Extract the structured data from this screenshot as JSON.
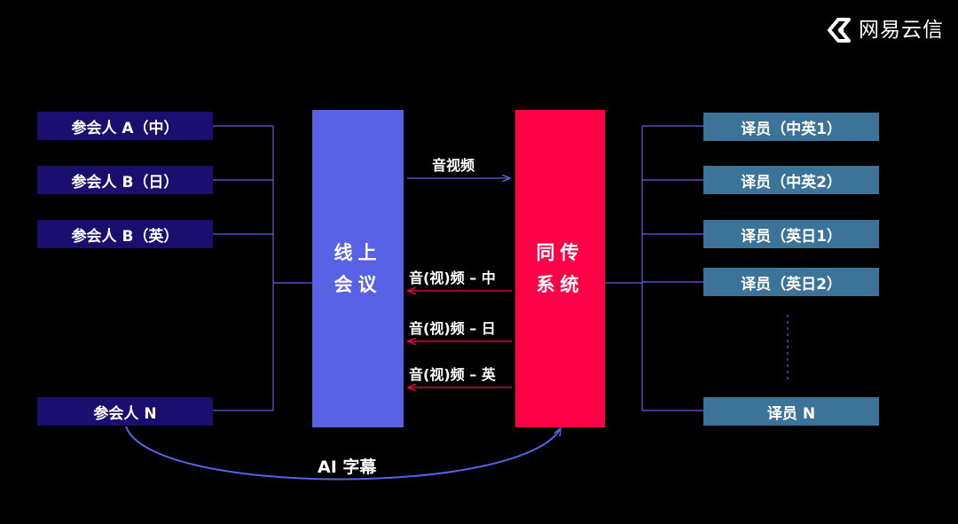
{
  "brand": {
    "name": "网易云信",
    "icon": "netease-yunxin-logo-icon"
  },
  "participants": [
    {
      "label": "参会人 A（中）"
    },
    {
      "label": "参会人 B（日）"
    },
    {
      "label": "参会人 B（英）"
    },
    {
      "label": "参会人 N"
    }
  ],
  "meeting": {
    "line1": "线上",
    "line2": "会议"
  },
  "simultaneous": {
    "line1": "同传",
    "line2": "系统"
  },
  "arrows": {
    "av": "音视频",
    "zh": "音(视)频 – 中",
    "ja": "音(视)频 – 日",
    "en": "音(视)频 – 英",
    "subtitle": "AI 字幕"
  },
  "interpreters": [
    {
      "label": "译员（中英1）"
    },
    {
      "label": "译员（中英2）"
    },
    {
      "label": "译员（英日1）"
    },
    {
      "label": "译员（英日2）"
    },
    {
      "label": "译员 N"
    }
  ],
  "colors": {
    "background": "#000000",
    "participant": "#1a0f6e",
    "meeting": "#5962e4",
    "simultaneous": "#ff0047",
    "interpreter": "#3c7499",
    "blue_line": "#5962e4",
    "red_line": "#ff0047"
  }
}
